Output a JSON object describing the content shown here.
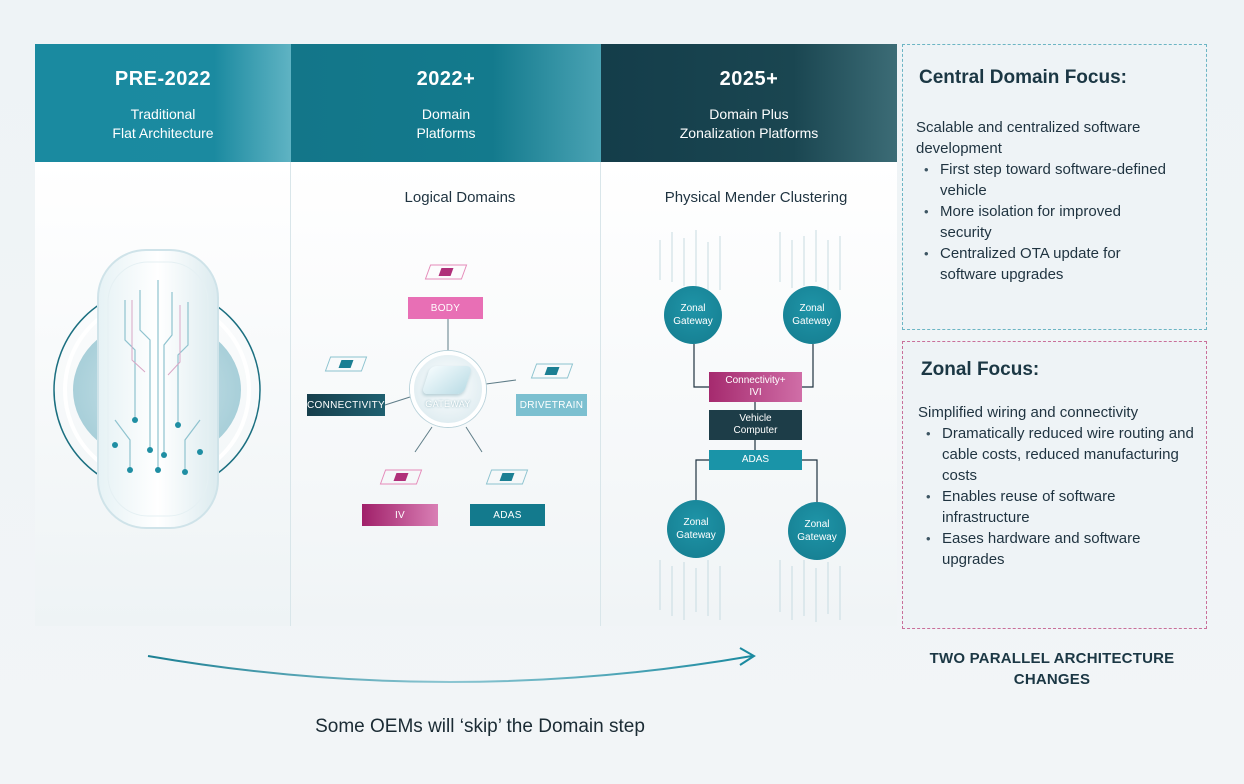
{
  "columns": [
    {
      "era": "PRE-2022",
      "subtitle": "Traditional\nFlat Architecture"
    },
    {
      "era": "2022+",
      "subtitle": "Domain\nPlatforms"
    },
    {
      "era": "2025+",
      "subtitle": "Domain Plus\nZonalization Platforms"
    }
  ],
  "domain_diagram": {
    "title": "Logical Domains",
    "gateway": "GATEWAY",
    "body": "BODY",
    "connectivity": "CONNECTIVITY",
    "drivetrain": "DRIVETRAIN",
    "iv": "IV",
    "adas": "ADAS"
  },
  "zonal_diagram": {
    "title": "Physical Mender Clustering",
    "zonal_gateway": "Zonal\nGateway",
    "connectivity_ivi": "Connectivity+\nIVI",
    "vehicle_computer": "Vehicle\nComputer",
    "adas": "ADAS"
  },
  "panels": {
    "central": {
      "title": "Central Domain Focus:",
      "lead": "Scalable and centralized software development",
      "bullets": [
        "First step toward software-defined vehicle",
        "More isolation for improved security",
        "Centralized OTA update for software upgrades"
      ]
    },
    "zonal": {
      "title": "Zonal Focus:",
      "lead": "Simplified wiring and connectivity",
      "bullets": [
        "Dramatically reduced wire routing and cable costs, reduced manufacturing costs",
        "Enables reuse of software infrastructure",
        "Eases hardware and software upgrades"
      ]
    }
  },
  "footer": {
    "skip_note": "Some OEMs will ‘skip’ the Domain step",
    "parallel_note": "TWO PARALLEL ARCHITECTURE\nCHANGES"
  },
  "colors": {
    "teal": "#1a8aa0",
    "dark_teal": "#143d4a",
    "pink": "#e86fb5",
    "magenta": "#a52a6e",
    "light_teal": "#7cc0d0"
  }
}
